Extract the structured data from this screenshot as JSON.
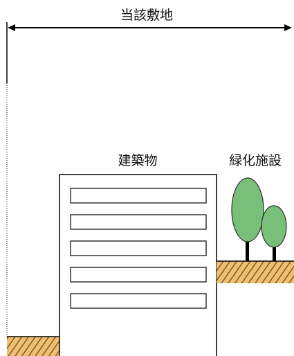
{
  "labels": {
    "site": "当該敷地",
    "building": "建築物",
    "greenery": "緑化施設"
  },
  "building": {
    "floor_count": 5
  },
  "greenery": {
    "tree_count": 2
  },
  "colors": {
    "line": "#000000",
    "tree_fill": "#78c07a",
    "tree_stroke": "#2b2b2b",
    "hatch_line": "#7a5a2a",
    "hatch_bg": "#f0c070"
  }
}
